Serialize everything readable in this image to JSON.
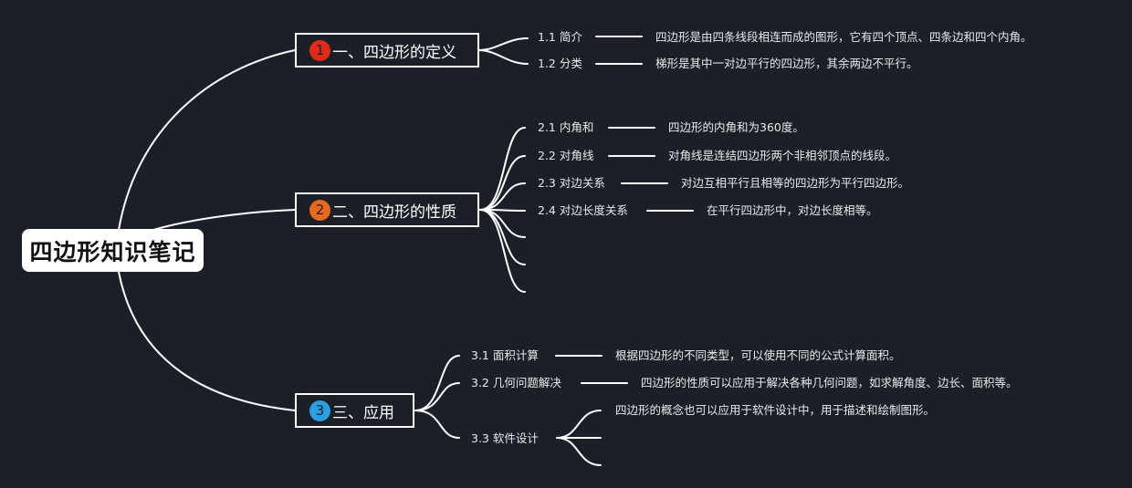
{
  "root": {
    "title": "四边形知识笔记"
  },
  "topics": [
    {
      "number": "1",
      "label": "一、四边形的定义",
      "badge_color": "#e02b1b",
      "subtopics": [
        {
          "label": "1.1 简介",
          "description": "四边形是由四条线段相连而成的图形，它有四个顶点、四条边和四个内角。"
        },
        {
          "label": "1.2 分类",
          "description": "梯形是其中一对边平行的四边形，其余两边不平行。"
        }
      ]
    },
    {
      "number": "2",
      "label": "二、四边形的性质",
      "badge_color": "#e8691c",
      "subtopics": [
        {
          "label": "2.1 内角和",
          "description": "四边形的内角和为360度。"
        },
        {
          "label": "2.2 对角线",
          "description": "对角线是连结四边形两个非相邻顶点的线段。"
        },
        {
          "label": "2.3 对边关系",
          "description": "对边互相平行且相等的四边形为平行四边形。"
        },
        {
          "label": "2.4 对边长度关系",
          "description": "在平行四边形中，对边长度相等。"
        }
      ]
    },
    {
      "number": "3",
      "label": "三、应用",
      "badge_color": "#2a9ee2",
      "subtopics": [
        {
          "label": "3.1 面积计算",
          "description": "根据四边形的不同类型，可以使用不同的公式计算面积。"
        },
        {
          "label": "3.2 几何问题解决",
          "description": "四边形的性质可以应用于解决各种几何问题，如求解角度、边长、面积等。"
        },
        {
          "label": "3.3 软件设计",
          "description": "四边形的概念也可以应用于软件设计中，用于描述和绘制图形。"
        }
      ]
    }
  ]
}
